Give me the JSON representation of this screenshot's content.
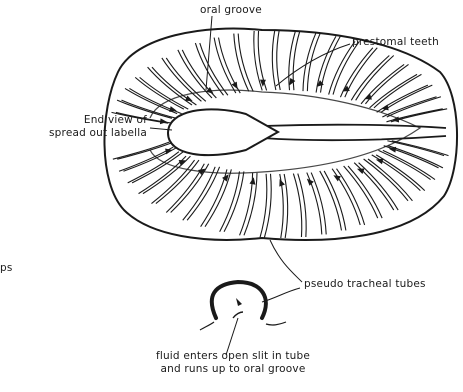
{
  "labels": {
    "oral_groove": "oral groove",
    "prestomal_teeth": "prestomal teeth",
    "end_view_line1": "End view of",
    "end_view_line2": "spread out labella",
    "pseudo_tracheal_tubes": "pseudo tracheal  tubes",
    "fluid_line1": "fluid enters open slit in tube",
    "fluid_line2": "and runs up to oral groove",
    "edge_fragment": "ps"
  },
  "colors": {
    "ink": "#1a1a1a",
    "background": "#ffffff"
  }
}
